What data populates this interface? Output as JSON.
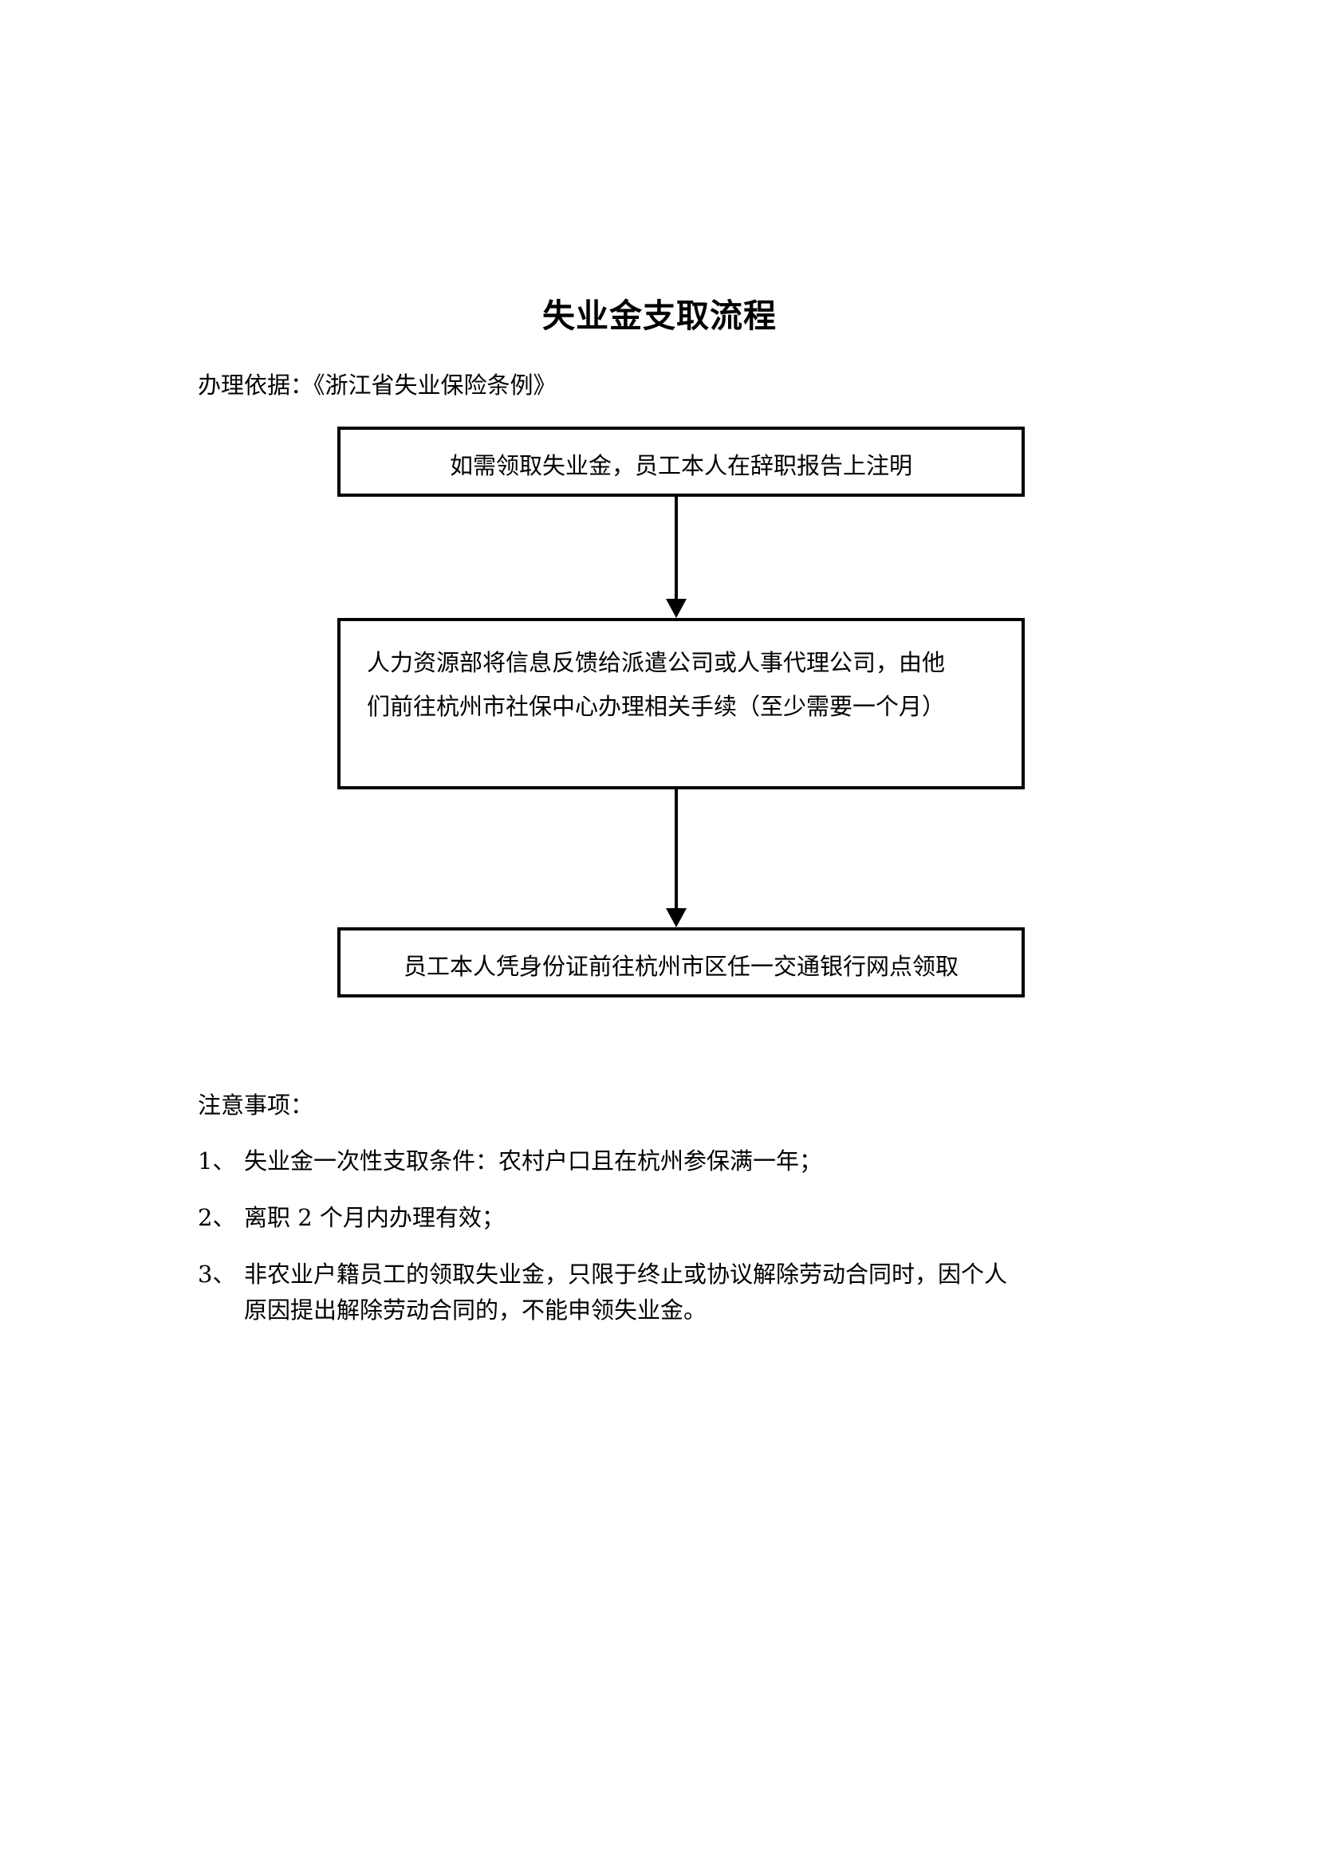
{
  "document": {
    "title": "失业金支取流程",
    "basis_label": "办理依据：《浙江省失业保险条例》"
  },
  "flowchart": {
    "steps": [
      {
        "id": "step-1",
        "lines": [
          "如需领取失业金，员工本人在辞职报告上注明"
        ]
      },
      {
        "id": "step-2",
        "lines": [
          "人力资源部将信息反馈给派遣公司或人事代理公司，由他",
          "们前往杭州市社保中心办理相关手续（至少需要一个月）"
        ]
      },
      {
        "id": "step-3",
        "lines": [
          "员工本人凭身份证前往杭州市区任一交通银行网点领取"
        ]
      }
    ],
    "connectors": [
      {
        "id": "connector-1",
        "from": "step-1",
        "to": "step-2",
        "arrow": "down-arrow"
      },
      {
        "id": "connector-2",
        "from": "step-2",
        "to": "step-3",
        "arrow": "down-arrow"
      }
    ]
  },
  "notes": {
    "heading": "注意事项：",
    "items": [
      {
        "marker": "1、",
        "lines": [
          "失业金一次性支取条件：农村户口且在杭州参保满一年；"
        ]
      },
      {
        "marker": "2、",
        "lines": [
          "离职 2 个月内办理有效；"
        ]
      },
      {
        "marker": "3、",
        "lines": [
          "非农业户籍员工的领取失业金，只限于终止或协议解除劳动合同时，因个人",
          "原因提出解除劳动合同的，不能申领失业金。"
        ]
      }
    ]
  },
  "colors": {
    "page_background": "#ffffff",
    "text": "#000000",
    "box_border": "#000000",
    "connector": "#000000"
  }
}
